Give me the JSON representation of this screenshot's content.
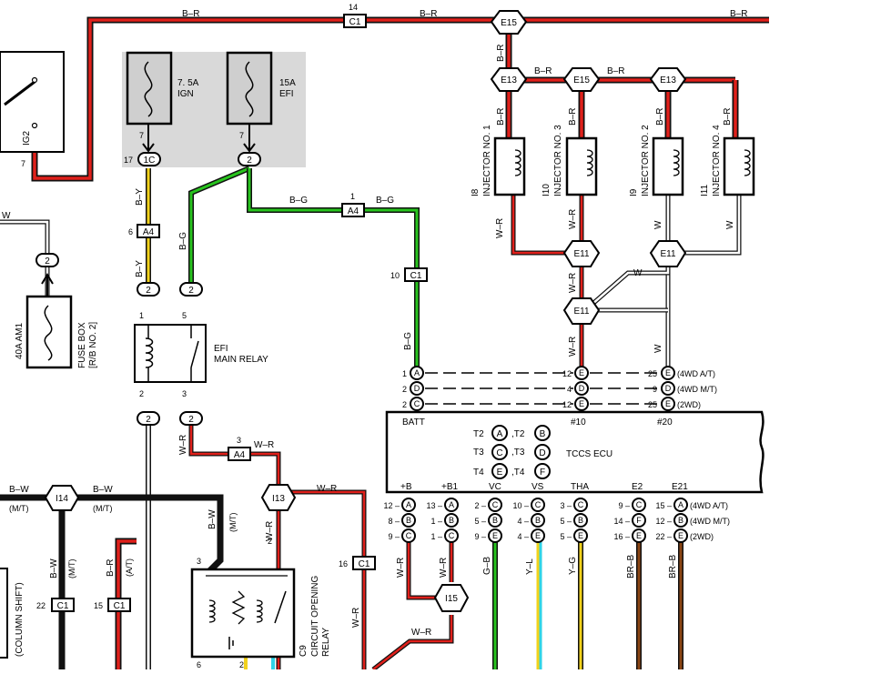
{
  "colors": {
    "red": "#e0201b",
    "green": "#28c41e",
    "yellow": "#f2d21b",
    "cyan": "#2fd3e6",
    "brown": "#8b4513",
    "black": "#111111",
    "fuse_bg": "#cfcfcf",
    "fuse_block": "#d9d9d9"
  },
  "fuses": {
    "ign": {
      "amp": "7. 5A",
      "name": "IGN",
      "pin": "7",
      "connector": "1C",
      "conn_pin": "17"
    },
    "efi": {
      "amp": "15A",
      "name": "EFI",
      "pin": "7",
      "connector": "2"
    },
    "am1": {
      "label": "40A AM1",
      "box_line1": "FUSE BOX",
      "box_line2": "[R/B NO. 2]",
      "connector": "2"
    }
  },
  "switch": {
    "label": "IG2",
    "pin": "7"
  },
  "wire_labels": {
    "br": "B–R",
    "by": "B–Y",
    "bg": "B–G",
    "w": "W",
    "wr": "W–R",
    "bw": "B–W",
    "mt": "(M/T)",
    "at": "(A/T)",
    "gb": "G–B",
    "yl": "Y–L",
    "yg": "Y–G",
    "brb": "BR–B"
  },
  "connectors": {
    "c1": "C1",
    "a4": "A4",
    "e15": "E15",
    "e13": "E13",
    "e11": "E11",
    "i13": "I13",
    "i14": "I14",
    "i15": "I15",
    "two": "2",
    "pin14": "14",
    "pin6": "6",
    "pin1": "1",
    "pin5": "5",
    "pin10": "10",
    "pin2": "2",
    "pin3": "3",
    "pin16": "16",
    "pin22": "22",
    "pin15": "15"
  },
  "injectors": [
    {
      "id": "I8",
      "name": "INJECTOR NO. 1"
    },
    {
      "id": "I10",
      "name": "INJECTOR NO. 3"
    },
    {
      "id": "I9",
      "name": "INJECTOR NO. 2"
    },
    {
      "id": "I11",
      "name": "INJECTOR NO. 4"
    }
  ],
  "relay": {
    "line1": "EFI",
    "line2": "MAIN RELAY"
  },
  "cor": {
    "id": "C9",
    "line1": "CIRCUIT OPENING",
    "line2": "RELAY"
  },
  "column_shift": "(COLUMN SHIFT)",
  "ecu": {
    "name": "TCCS ECU",
    "batt": "BATT",
    "p10": "#10",
    "p20": "#20",
    "t2": "T2",
    "t3": "T3",
    "t4": "T4",
    "t2b": ",T2",
    "t3b": ",T3",
    "t4b": ",T4",
    "pins": [
      "+B",
      "+B1",
      "VC",
      "VS",
      "THA",
      "E2",
      "E21"
    ],
    "top_rows": [
      {
        "left_pin": "1",
        "a": "A",
        "mid_pin": "12",
        "b": "E",
        "right_pin": "25",
        "c": "E",
        "note": "(4WD A/T)"
      },
      {
        "left_pin": "2",
        "a": "D",
        "mid_pin": "4",
        "b": "D",
        "right_pin": "9",
        "c": "D",
        "note": "(4WD M/T)"
      },
      {
        "left_pin": "2",
        "a": "C",
        "mid_pin": "12",
        "b": "E",
        "right_pin": "25",
        "c": "E",
        "note": "(2WD)"
      }
    ],
    "bottom_rows": [
      {
        "cells": [
          [
            "12",
            "A"
          ],
          [
            "13",
            "A"
          ],
          [
            "2",
            "C"
          ],
          [
            "10",
            "C"
          ],
          [
            "3",
            "C"
          ],
          [
            "9",
            "C"
          ],
          [
            "15",
            "A"
          ]
        ],
        "note": "(4WD A/T)"
      },
      {
        "cells": [
          [
            "8",
            "B"
          ],
          [
            "1",
            "B"
          ],
          [
            "5",
            "B"
          ],
          [
            "4",
            "B"
          ],
          [
            "5",
            "B"
          ],
          [
            "14",
            "F"
          ],
          [
            "12",
            "B"
          ]
        ],
        "note": "(4WD M/T)"
      },
      {
        "cells": [
          [
            "9",
            "C"
          ],
          [
            "1",
            "C"
          ],
          [
            "9",
            "E"
          ],
          [
            "4",
            "E"
          ],
          [
            "5",
            "E"
          ],
          [
            "16",
            "E"
          ],
          [
            "22",
            "E"
          ]
        ],
        "note": "(2WD)"
      }
    ],
    "letters": {
      "a": "A",
      "b": "B",
      "c": "C",
      "d": "D",
      "e": "E",
      "f": "F"
    }
  }
}
